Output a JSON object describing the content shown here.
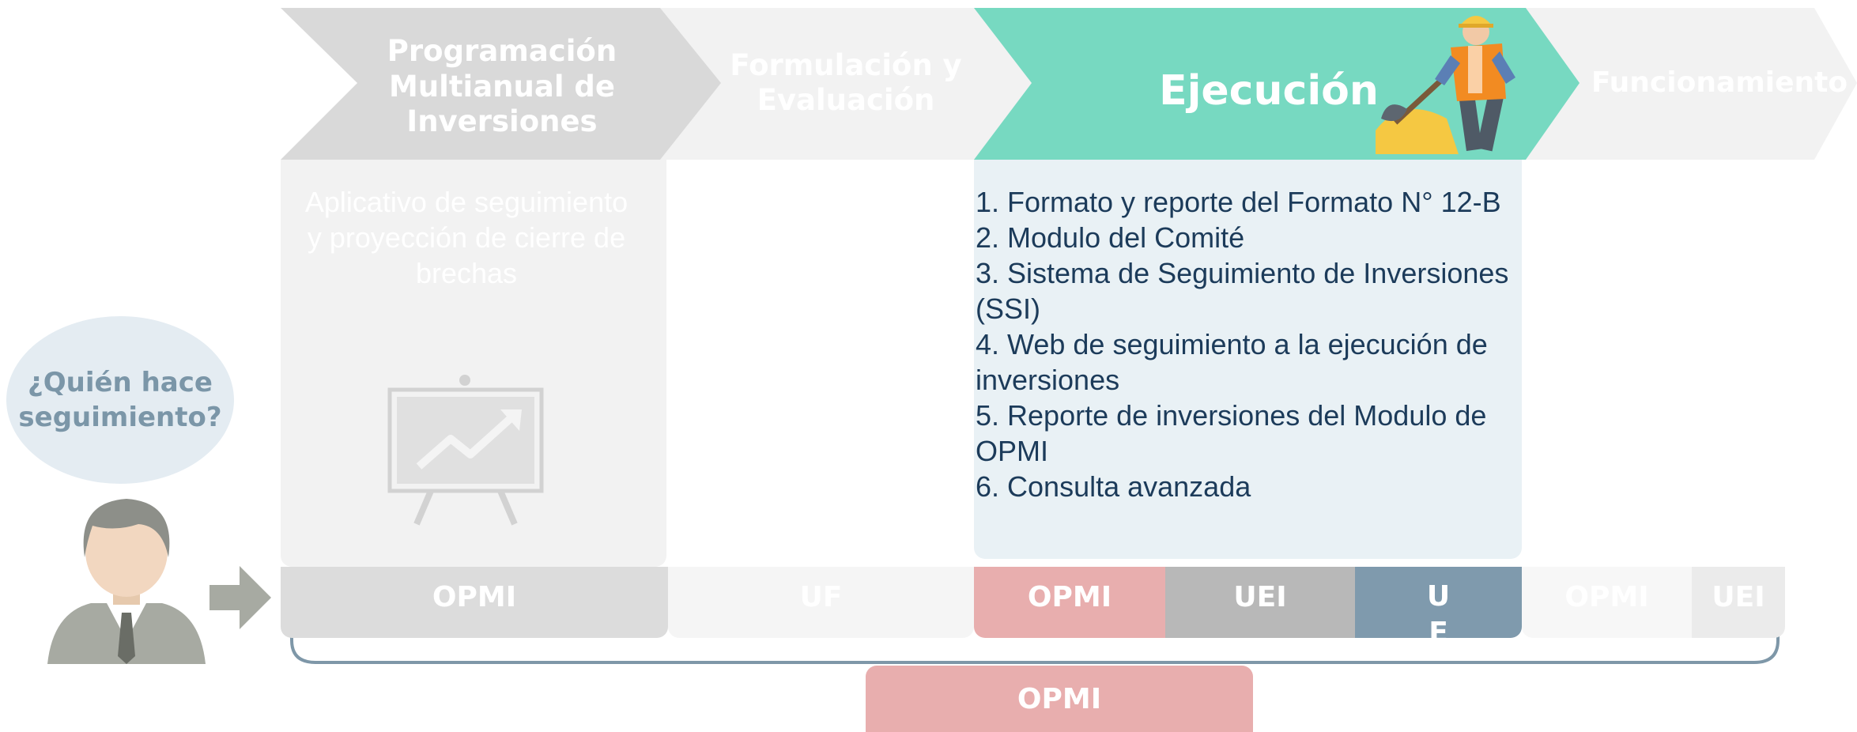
{
  "stages": [
    {
      "label": "Programación Multianual de Inversiones"
    },
    {
      "label": "Formulación y Evaluación"
    },
    {
      "label": "Ejecución"
    },
    {
      "label": "Funcionamiento"
    }
  ],
  "pmi_panel": {
    "app_text": "Aplicativo de seguimiento y proyección de cierre de brechas",
    "icon": "presentation-chart-icon"
  },
  "execution_panel": {
    "items": [
      "1. Formato y reporte del Formato N° 12-B",
      "2. Modulo del Comité",
      "3. Sistema de Seguimiento de Inversiones (SSI)",
      "4. Web de seguimiento a la ejecución de inversiones",
      "5. Reporte de inversiones del Modulo de OPMI",
      "6. Consulta avanzada"
    ],
    "illustration": "construction-worker-icon"
  },
  "question": "¿Quién hace seguimiento?",
  "person_icon": "businessman-avatar-icon",
  "responsibles": {
    "pmi": "OPMI",
    "formulacion": "UF",
    "ejecucion": [
      "OPMI",
      "UEI",
      "UE"
    ],
    "funcionamiento": [
      "OPMI",
      "UEI"
    ]
  },
  "bottom_box": "OPMI",
  "colors": {
    "teal": "#77d9c1",
    "gray_stage": "#d9d9d9",
    "light_stage": "#f2f2f2",
    "opmi_pink": "#e8aeae",
    "uei_gray": "#b8b8b8",
    "ue_blue": "#7f9aad",
    "list_bg": "#e9f1f5",
    "bracket": "#7e97a8"
  }
}
